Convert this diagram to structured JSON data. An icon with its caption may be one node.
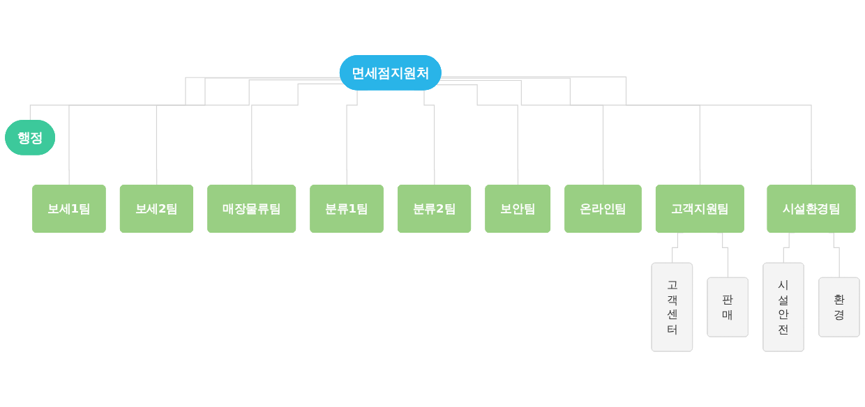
{
  "diagram": {
    "nodes": [
      {
        "text": [
          "면세점지원처"
        ]
      },
      {
        "text": [
          "행정"
        ]
      },
      {
        "text": [
          "보세1팀"
        ]
      },
      {
        "text": [
          "보세2팀"
        ]
      },
      {
        "text": [
          "매장물류팀"
        ]
      },
      {
        "text": [
          "분류1팀"
        ]
      },
      {
        "text": [
          "분류2팀"
        ]
      },
      {
        "text": [
          "보안팀"
        ]
      },
      {
        "text": [
          "온라인팀"
        ]
      },
      {
        "text": [
          "고객지원팀"
        ]
      },
      {
        "text": [
          "시설환경팀"
        ]
      },
      {
        "text": [
          "고객센터"
        ]
      },
      {
        "text": [
          "판매"
        ]
      },
      {
        "text": [
          "시설안전"
        ]
      },
      {
        "text": [
          "환경"
        ]
      }
    ],
    "edges": [
      {
        "from": 0,
        "to": 1,
        "arrow": "none"
      },
      {
        "from": 0,
        "to": 2,
        "arrow": "none"
      },
      {
        "from": 0,
        "to": 3,
        "arrow": "none"
      },
      {
        "from": 0,
        "to": 4,
        "arrow": "none"
      },
      {
        "from": 0,
        "to": 5,
        "arrow": "none"
      },
      {
        "from": 0,
        "to": 6,
        "arrow": "none"
      },
      {
        "from": 0,
        "to": 7,
        "arrow": "none"
      },
      {
        "from": 0,
        "to": 8,
        "arrow": "none"
      },
      {
        "from": 0,
        "to": 9,
        "arrow": "none"
      },
      {
        "from": 0,
        "to": 10,
        "arrow": "none"
      },
      {
        "from": 9,
        "to": 11,
        "arrow": "none"
      },
      {
        "from": 9,
        "to": 12,
        "arrow": "none"
      },
      {
        "from": 10,
        "to": 13,
        "arrow": "none"
      },
      {
        "from": 10,
        "to": 14,
        "arrow": "none"
      }
    ]
  }
}
